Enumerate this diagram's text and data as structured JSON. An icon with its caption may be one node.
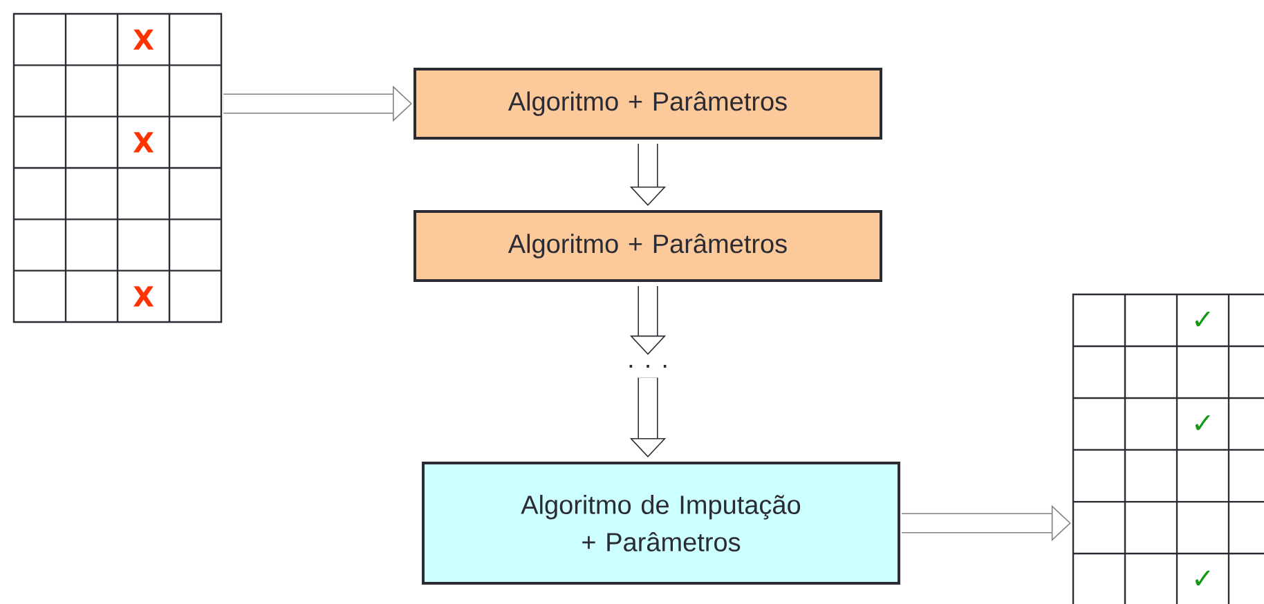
{
  "diagram": {
    "nodes": [
      {
        "text": [
          "X",
          "X",
          "X"
        ]
      },
      {
        "text": [
          "Algoritmo + Parâmetros"
        ]
      },
      {
        "text": [
          "Algoritmo + Parâmetros"
        ]
      },
      {
        "text": [
          ". . ."
        ]
      },
      {
        "text": [
          "Algoritmo de Imputação + Parâmetros"
        ]
      },
      {
        "text": [
          "✓",
          "✓",
          "✓"
        ]
      }
    ],
    "edges": [
      {
        "from": 0,
        "to": 1,
        "arrow": "to",
        "color": "#808080"
      },
      {
        "from": 1,
        "to": 2,
        "arrow": "to"
      },
      {
        "from": 2,
        "to": 3,
        "arrow": "to"
      },
      {
        "from": 3,
        "to": 4,
        "arrow": "to"
      },
      {
        "from": 4,
        "to": 5,
        "arrow": "to",
        "color": "#808080"
      }
    ]
  }
}
